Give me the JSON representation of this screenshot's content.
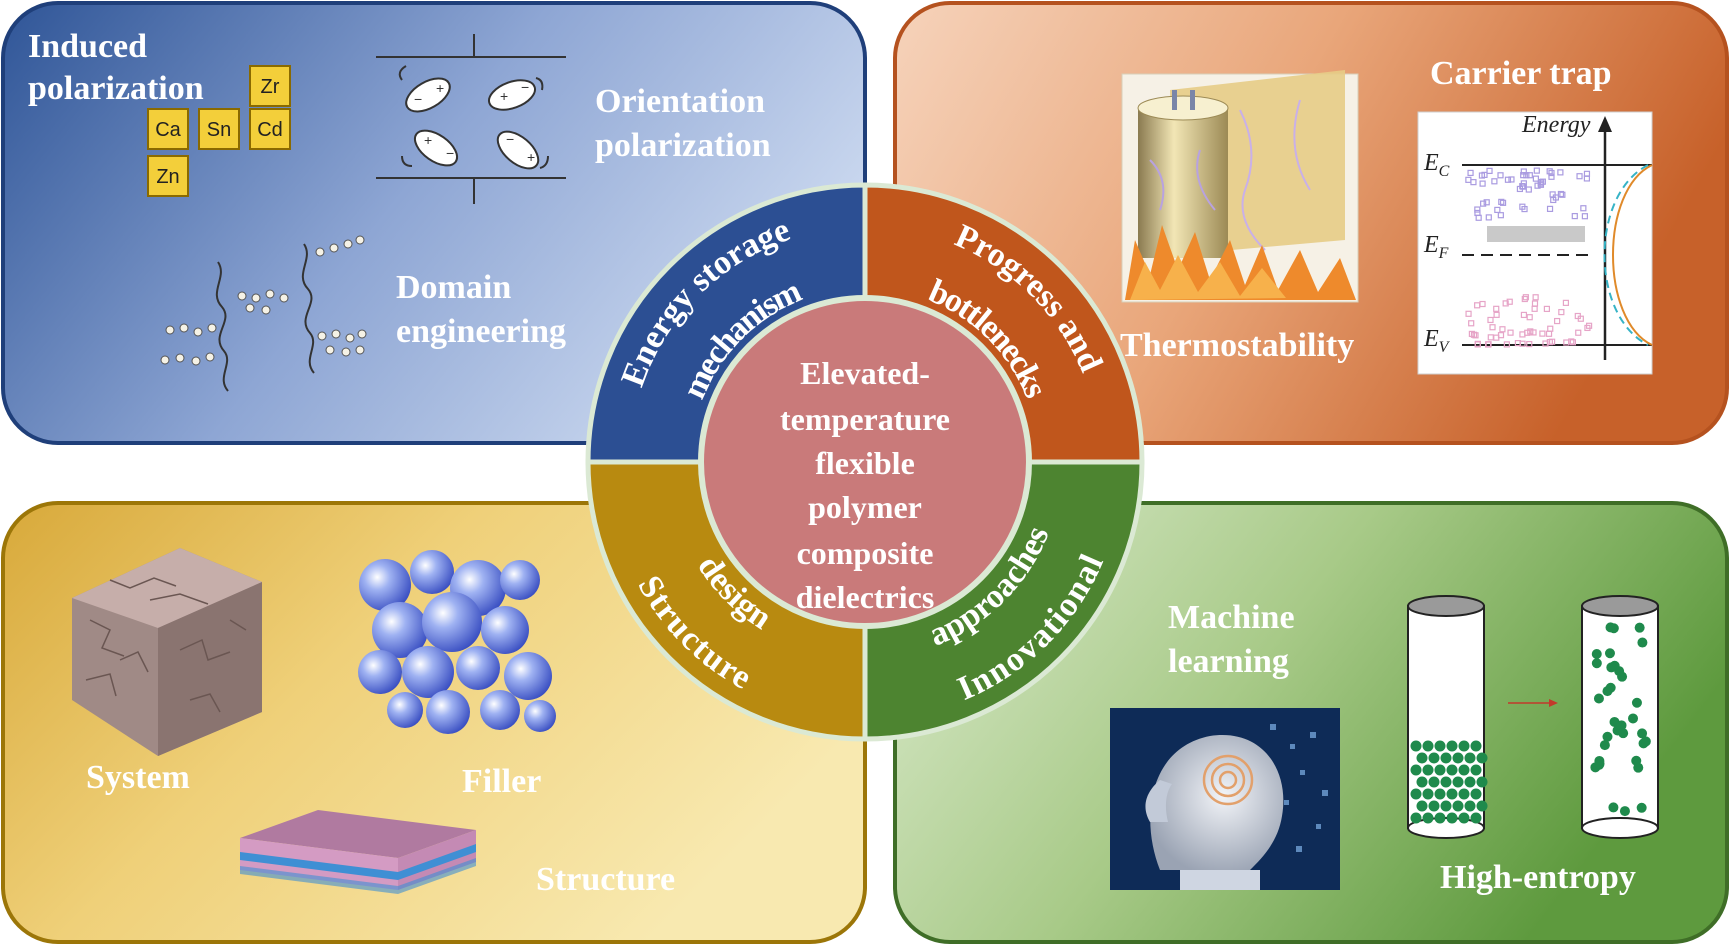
{
  "center": {
    "lines": [
      "Elevated-",
      "temperature",
      "flexible",
      "polymer",
      "composite",
      "dielectrics"
    ]
  },
  "sectors": {
    "top_left": {
      "line1": "Energy storage",
      "line2": "mechanism"
    },
    "top_right": {
      "line1": "Progress and",
      "line2": "bottlenecks"
    },
    "bottom_left": {
      "line1": "Structure",
      "line2": "design"
    },
    "bottom_right": {
      "line1": "Innovational",
      "line2": "approaches"
    }
  },
  "panels": {
    "top_left": {
      "induced": [
        "Induced",
        "polarization"
      ],
      "orientation": [
        "Orientation",
        "polarization"
      ],
      "domain": [
        "Domain",
        "engineering"
      ],
      "elements": [
        "Zr",
        "Ca",
        "Sn",
        "Cd",
        "Zn"
      ]
    },
    "top_right": {
      "carrier_trap": "Carrier trap",
      "energy_axis": "Energy",
      "ec": "E",
      "ec_sub": "C",
      "ef": "E",
      "ef_sub": "F",
      "ev": "E",
      "ev_sub": "V",
      "thermostability": "Thermostability"
    },
    "bottom_left": {
      "system": "System",
      "filler": "Filler",
      "structure": "Structure"
    },
    "bottom_right": {
      "machine": [
        "Machine",
        "learning"
      ],
      "high_entropy": "High-entropy"
    }
  },
  "colors": {
    "blue_dark": "#2c4f93",
    "blue_light": "#c3d2ec",
    "orange_dark": "#c0561c",
    "orange_light": "#f2c6a8",
    "yellow_dark": "#b88a10",
    "yellow_light": "#f7e6a3",
    "green_dark": "#4d8430",
    "green_light": "#cfe3bb",
    "center": "#c97a7a"
  }
}
